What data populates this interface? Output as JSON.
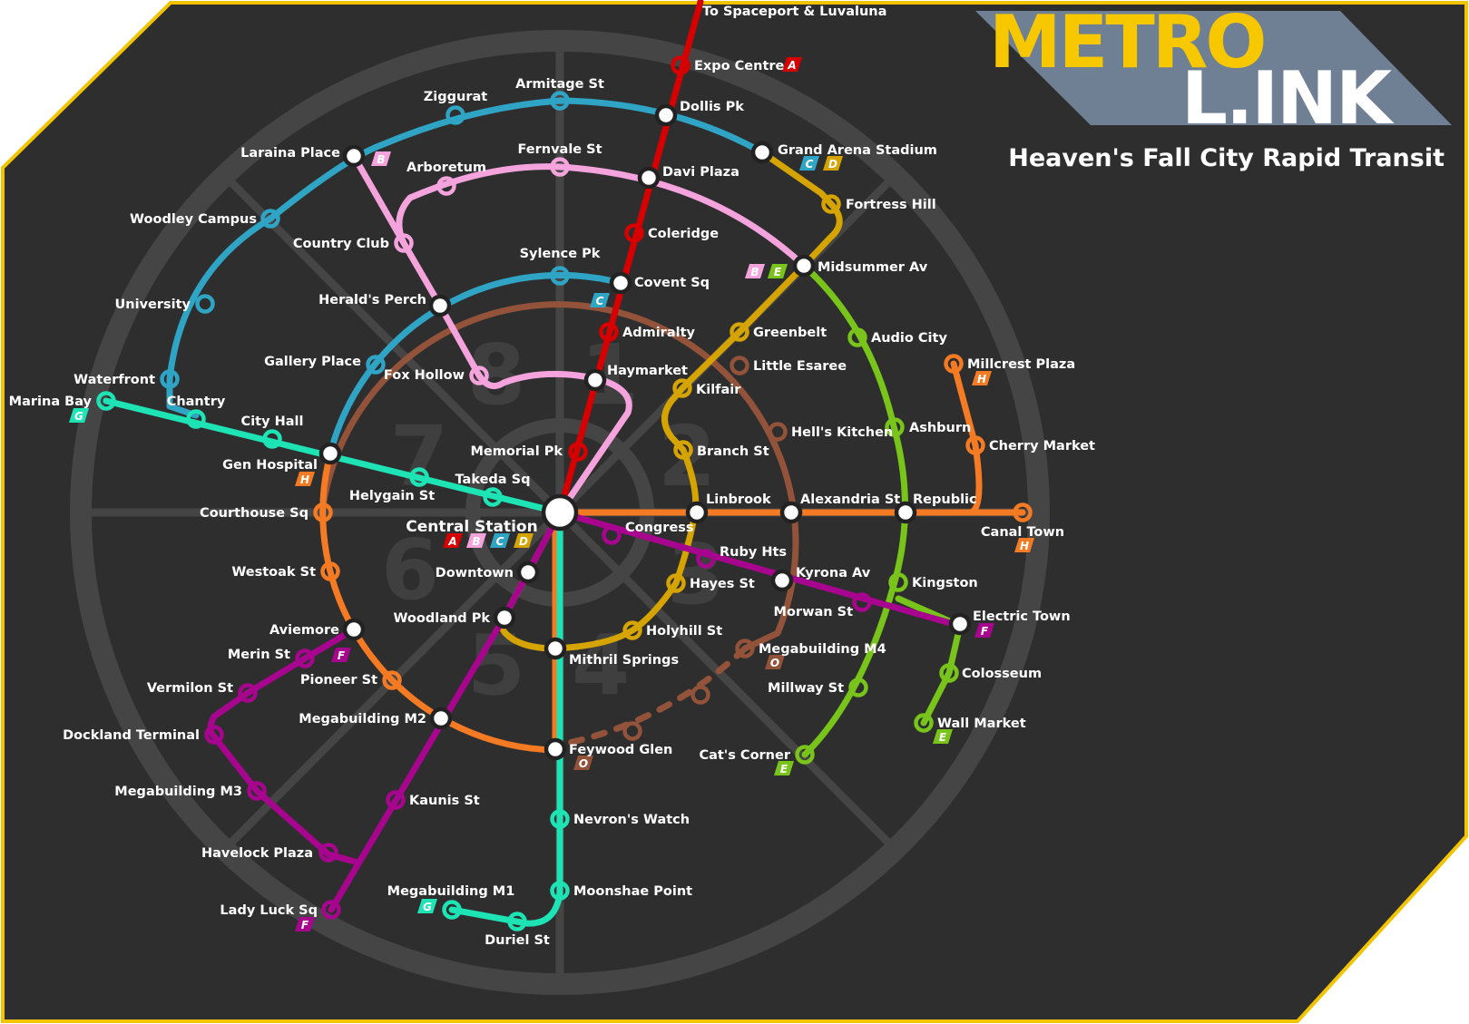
{
  "logo": {
    "top": "METRO",
    "bottom": "L.INK"
  },
  "subtitle": "Heaven's Fall City Rapid Transit",
  "zones": [
    "1",
    "2",
    "3",
    "4",
    "5",
    "6",
    "7",
    "8"
  ],
  "colors": {
    "A": "#d70000",
    "B": "#f5a3dd",
    "C": "#2fa4c4",
    "D": "#d6a400",
    "E": "#78c41b",
    "F": "#a8058f",
    "G": "#1de3b5",
    "H": "#f47a23",
    "O": "#93533a",
    "background": "#2e2e2e",
    "frame": "#f2c400",
    "ring": "#454545"
  },
  "stations": [
    {
      "name": "To Spaceport & Luvaluna"
    },
    {
      "name": "Expo Centre"
    },
    {
      "name": "Dollis Pk"
    },
    {
      "name": "Armitage St"
    },
    {
      "name": "Ziggurat"
    },
    {
      "name": "Laraina Place"
    },
    {
      "name": "Grand Arena Stadium"
    },
    {
      "name": "Fernvale St"
    },
    {
      "name": "Arboretum"
    },
    {
      "name": "Davi Plaza"
    },
    {
      "name": "Fortress Hill"
    },
    {
      "name": "Woodley Campus"
    },
    {
      "name": "Coleridge"
    },
    {
      "name": "Country Club"
    },
    {
      "name": "Sylence Pk"
    },
    {
      "name": "Midsummer Av"
    },
    {
      "name": "Covent Sq"
    },
    {
      "name": "Herald's Perch"
    },
    {
      "name": "University"
    },
    {
      "name": "Admiralty"
    },
    {
      "name": "Greenbelt"
    },
    {
      "name": "Audio City"
    },
    {
      "name": "Gallery Place"
    },
    {
      "name": "Little Esaree"
    },
    {
      "name": "Millcrest Plaza"
    },
    {
      "name": "Fox Hollow"
    },
    {
      "name": "Haymarket"
    },
    {
      "name": "Waterfront"
    },
    {
      "name": "Kilfair"
    },
    {
      "name": "Marina Bay"
    },
    {
      "name": "Chantry"
    },
    {
      "name": "Ashburn"
    },
    {
      "name": "City Hall"
    },
    {
      "name": "Hell's Kitchen"
    },
    {
      "name": "Cherry Market"
    },
    {
      "name": "Memorial Pk"
    },
    {
      "name": "Branch St"
    },
    {
      "name": "Gen Hospital"
    },
    {
      "name": "Helygain St"
    },
    {
      "name": "Takeda Sq"
    },
    {
      "name": "Linbrook"
    },
    {
      "name": "Alexandria St"
    },
    {
      "name": "Republic"
    },
    {
      "name": "Courthouse Sq"
    },
    {
      "name": "Central Station"
    },
    {
      "name": "Congress"
    },
    {
      "name": "Canal Town"
    },
    {
      "name": "Ruby Hts"
    },
    {
      "name": "Kyrona Av"
    },
    {
      "name": "Westoak St"
    },
    {
      "name": "Downtown"
    },
    {
      "name": "Hayes St"
    },
    {
      "name": "Kingston"
    },
    {
      "name": "Morwan St"
    },
    {
      "name": "Electric Town"
    },
    {
      "name": "Woodland Pk"
    },
    {
      "name": "Aviemore"
    },
    {
      "name": "Holyhill St"
    },
    {
      "name": "Merin St"
    },
    {
      "name": "Megabuilding M4"
    },
    {
      "name": "Mithril Springs"
    },
    {
      "name": "Colosseum"
    },
    {
      "name": "Pioneer St"
    },
    {
      "name": "Vermilon St"
    },
    {
      "name": "Millway St"
    },
    {
      "name": "Megabuilding M2"
    },
    {
      "name": "Wall Market"
    },
    {
      "name": "Dockland Terminal"
    },
    {
      "name": "Feywood Glen"
    },
    {
      "name": "Cat's Corner"
    },
    {
      "name": "Megabuilding M3"
    },
    {
      "name": "Kaunis St"
    },
    {
      "name": "Nevron's Watch"
    },
    {
      "name": "Havelock Plaza"
    },
    {
      "name": "Megabuilding M1"
    },
    {
      "name": "Moonshae Point"
    },
    {
      "name": "Lady Luck Sq"
    },
    {
      "name": "Duriel St"
    }
  ],
  "tags": [
    {
      "id": "t-expo",
      "letter": "A",
      "line": "A"
    },
    {
      "id": "t-laraina",
      "letter": "B",
      "line": "B"
    },
    {
      "id": "t-grand-c",
      "letter": "C",
      "line": "C"
    },
    {
      "id": "t-grand-d",
      "letter": "D",
      "line": "D"
    },
    {
      "id": "t-mid-b",
      "letter": "B",
      "line": "B"
    },
    {
      "id": "t-mid-e",
      "letter": "E",
      "line": "E"
    },
    {
      "id": "t-covent",
      "letter": "C",
      "line": "C"
    },
    {
      "id": "t-millcrest",
      "letter": "H",
      "line": "H"
    },
    {
      "id": "t-marina",
      "letter": "G",
      "line": "G"
    },
    {
      "id": "t-genhosp",
      "letter": "H",
      "line": "H"
    },
    {
      "id": "t-central-a",
      "letter": "A",
      "line": "A"
    },
    {
      "id": "t-central-b",
      "letter": "B",
      "line": "B"
    },
    {
      "id": "t-central-c",
      "letter": "C",
      "line": "C"
    },
    {
      "id": "t-central-d",
      "letter": "D",
      "line": "D"
    },
    {
      "id": "t-canal",
      "letter": "H",
      "line": "H"
    },
    {
      "id": "t-electric",
      "letter": "F",
      "line": "F"
    },
    {
      "id": "t-aviemore",
      "letter": "F",
      "line": "F"
    },
    {
      "id": "t-m4",
      "letter": "O",
      "line": "O"
    },
    {
      "id": "t-wall",
      "letter": "E",
      "line": "E"
    },
    {
      "id": "t-feywood",
      "letter": "O",
      "line": "O"
    },
    {
      "id": "t-catscorner",
      "letter": "E",
      "line": "E"
    },
    {
      "id": "t-m1",
      "letter": "G",
      "line": "G"
    },
    {
      "id": "t-ladyluck",
      "letter": "F",
      "line": "F"
    }
  ]
}
